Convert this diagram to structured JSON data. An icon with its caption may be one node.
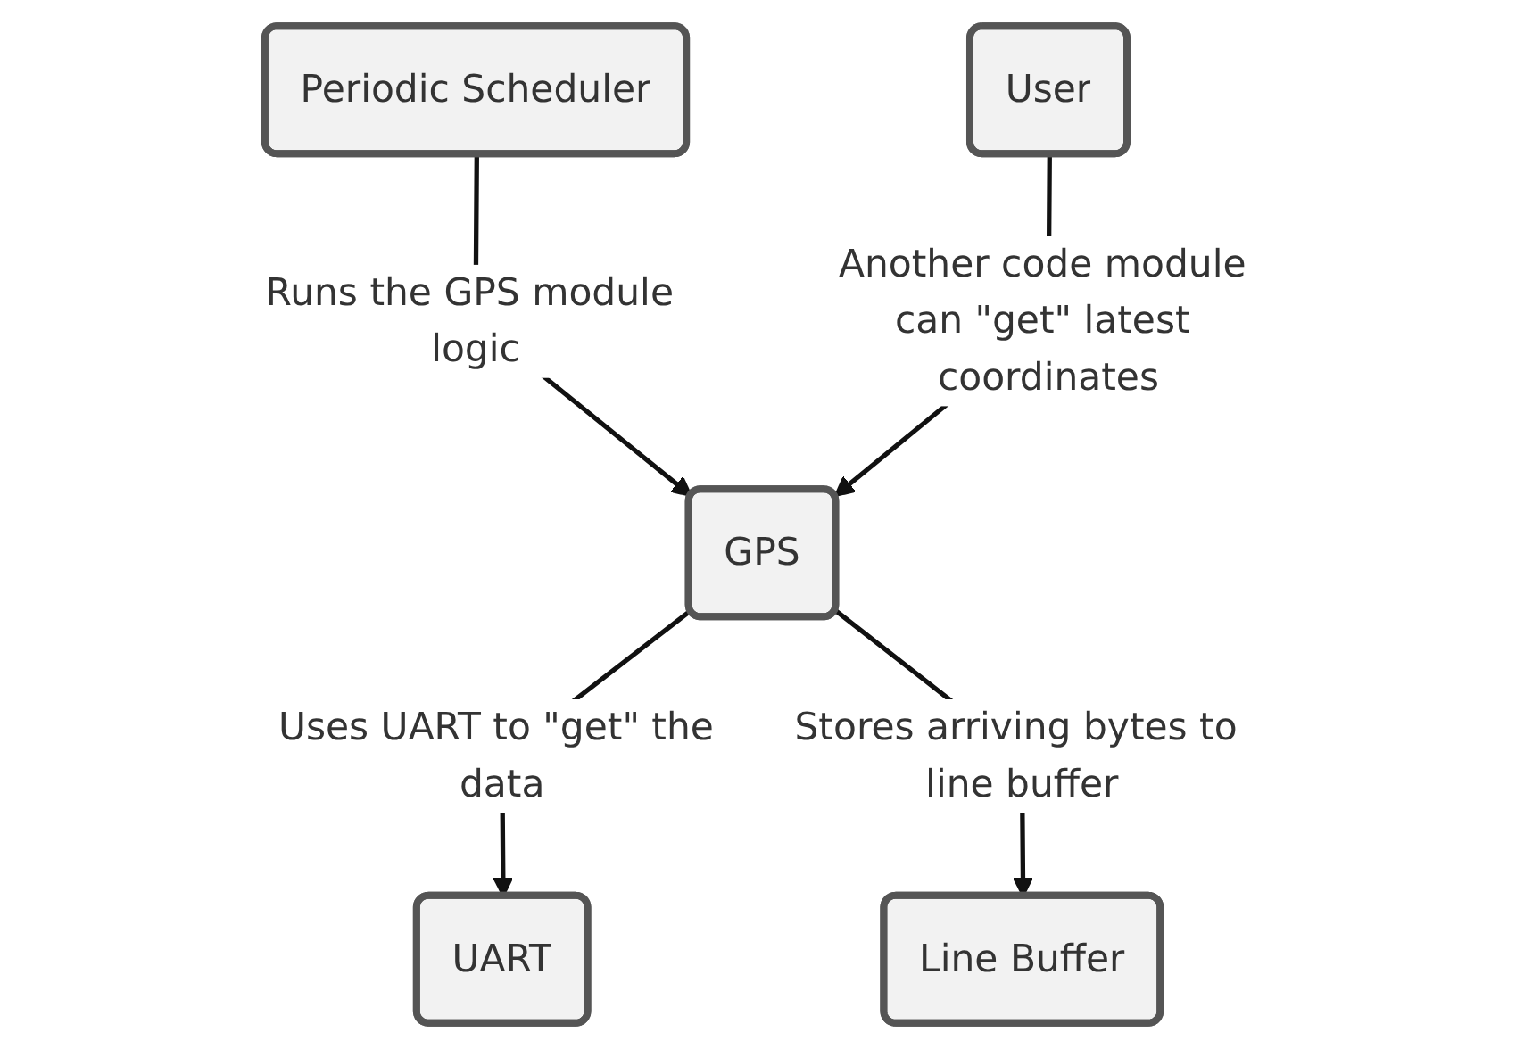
{
  "diagram": {
    "nodes": [
      {
        "text": [
          "Periodic Scheduler"
        ]
      },
      {
        "text": [
          "User"
        ]
      },
      {
        "text": [
          "GPS"
        ]
      },
      {
        "text": [
          "UART"
        ]
      },
      {
        "text": [
          "Line Buffer"
        ]
      }
    ],
    "edges": [
      {
        "from": 0,
        "to": 2,
        "arrow": "to",
        "label": "Runs the GPS module logic"
      },
      {
        "from": 1,
        "to": 2,
        "arrow": "to",
        "label": "Another code module can \"get\" latest coordinates"
      },
      {
        "from": 2,
        "to": 3,
        "arrow": "to",
        "label": "Uses UART to \"get\" the data"
      },
      {
        "from": 2,
        "to": 4,
        "arrow": "to",
        "label": "Stores arriving bytes to line buffer"
      }
    ]
  }
}
